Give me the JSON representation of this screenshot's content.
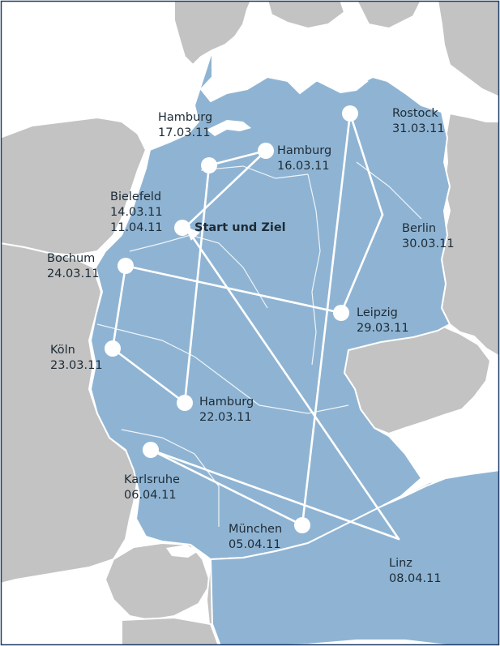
{
  "map": {
    "colors": {
      "country": "#8fb4d3",
      "neighbors": "#c3c3c3",
      "sea": "#ffffff",
      "border": "#ffffff",
      "route": "#ffffff",
      "frame": "#1e3d66"
    },
    "stops": [
      {
        "city": "Hamburg",
        "date": "17.03.11"
      },
      {
        "city": "Hamburg",
        "date": "16.03.11"
      },
      {
        "city": "Rostock",
        "date": "31.03.11"
      },
      {
        "city": "Bielefeld",
        "date": "14.03.11",
        "date2": "11.04.11",
        "note": "Start und Ziel"
      },
      {
        "city": "Berlin",
        "date": "30.03.11"
      },
      {
        "city": "Bochum",
        "date": "24.03.11"
      },
      {
        "city": "Leipzig",
        "date": "29.03.11"
      },
      {
        "city": "Köln",
        "date": "23.03.11"
      },
      {
        "city": "Hamburg",
        "date": "22.03.11"
      },
      {
        "city": "Karlsruhe",
        "date": "06.04.11"
      },
      {
        "city": "München",
        "date": "05.04.11"
      },
      {
        "city": "Linz",
        "date": "08.04.11"
      }
    ]
  }
}
